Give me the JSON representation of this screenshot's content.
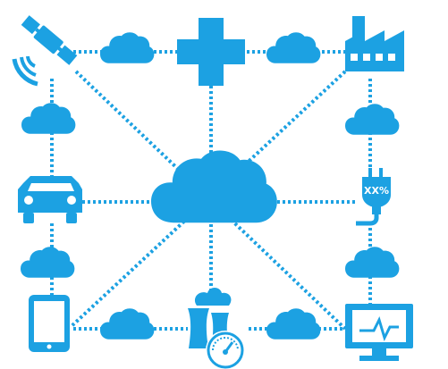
{
  "diagram": {
    "plug_label": "XX%",
    "nodes": [
      {
        "name": "satellite"
      },
      {
        "name": "medical-cross"
      },
      {
        "name": "factory"
      },
      {
        "name": "car"
      },
      {
        "name": "central-cloud"
      },
      {
        "name": "power-plug"
      },
      {
        "name": "tablet"
      },
      {
        "name": "power-plant-gauge"
      },
      {
        "name": "monitor"
      }
    ],
    "colors": {
      "accent": "#1ca1e2",
      "background": "#ffffff"
    }
  }
}
